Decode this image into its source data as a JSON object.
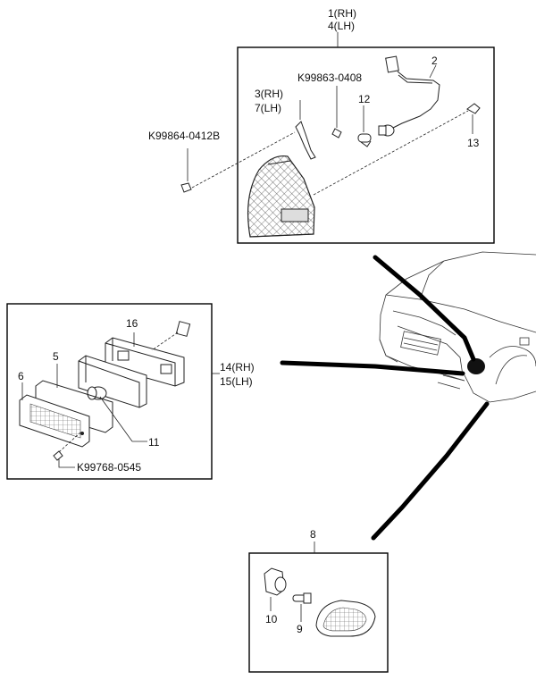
{
  "labels": {
    "top_group_rh": "1(RH)",
    "top_group_lh": "4(LH)",
    "part_2": "2",
    "bolt_0408": "K99863-0408",
    "part_3_rh": "3(RH)",
    "part_7_lh": "7(LH)",
    "part_12": "12",
    "bolt_0412b": "K99864-0412B",
    "part_13": "13",
    "part_16": "16",
    "part_5": "5",
    "part_6": "6",
    "part_11": "11",
    "mid_group_rh": "14(RH)",
    "mid_group_lh": "15(LH)",
    "screw_0545": "K99768-0545",
    "part_8": "8",
    "part_10": "10",
    "part_9": "9"
  }
}
